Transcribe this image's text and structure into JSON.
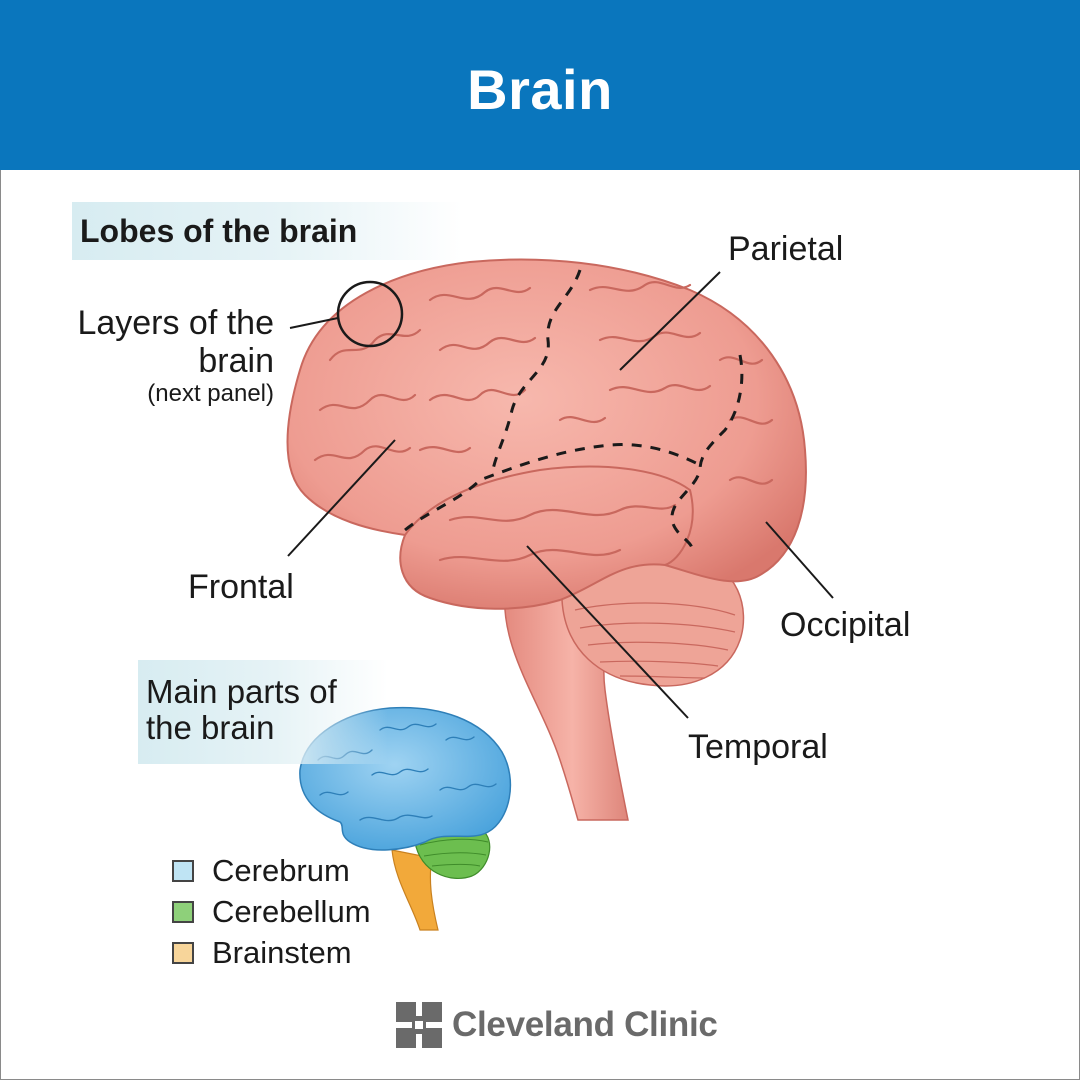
{
  "header": {
    "title": "Brain"
  },
  "lobes_section": {
    "title": "Lobes of the brain",
    "labels": {
      "layers": "Layers of the brain",
      "layers_note": "(next panel)",
      "parietal": "Parietal",
      "frontal": "Frontal",
      "occipital": "Occipital",
      "temporal": "Temporal"
    }
  },
  "parts_section": {
    "title": "Main parts of the brain",
    "legend": [
      {
        "label": "Cerebrum",
        "color": "#bfe4f4"
      },
      {
        "label": "Cerebellum",
        "color": "#8ed07a"
      },
      {
        "label": "Brainstem",
        "color": "#f7d59a"
      }
    ]
  },
  "colors": {
    "header_blue": "#0a76bd",
    "brain_pink": "#ef9d93",
    "brain_pink_dark": "#c9685e",
    "cerebrum_blue": "#6fb8e8",
    "cerebellum_green": "#6cbe4f",
    "brainstem_orange": "#f2a93a"
  },
  "logo": {
    "text": "Cleveland Clinic"
  }
}
